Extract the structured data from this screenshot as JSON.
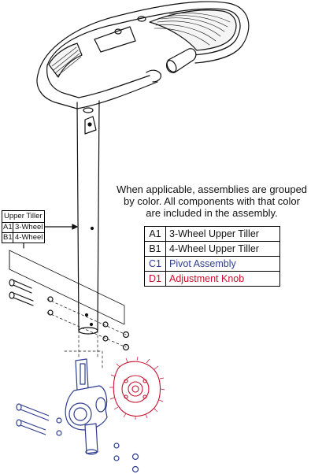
{
  "note": {
    "line1": "When applicable, assemblies are grouped",
    "line2": "by color. All components with that color",
    "line3": "are included in the assembly."
  },
  "callout": {
    "header": "Upper Tiller",
    "rows": [
      {
        "code": "A1",
        "label": "3-Wheel"
      },
      {
        "code": "B1",
        "label": "4-Wheel"
      }
    ]
  },
  "legend": {
    "rows": [
      {
        "code": "A1",
        "label": "3-Wheel Upper Tiller",
        "color": "#111111"
      },
      {
        "code": "B1",
        "label": "4-Wheel Upper Tiller",
        "color": "#111111"
      },
      {
        "code": "C1",
        "label": "Pivot Assembly",
        "color": "#2e3d8f"
      },
      {
        "code": "D1",
        "label": "Adjustment Knob",
        "color": "#c8102e"
      }
    ]
  },
  "colors": {
    "pivot": "#2e3d8f",
    "knob": "#c8102e",
    "line": "#111111"
  }
}
